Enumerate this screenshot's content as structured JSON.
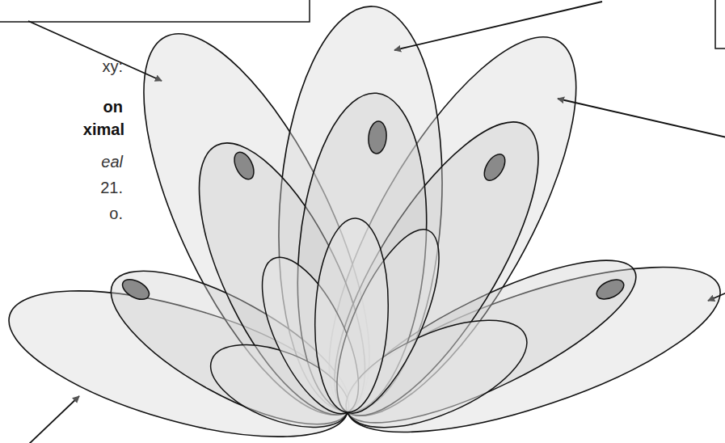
{
  "diagram": {
    "labels": [
      "xy:",
      "on",
      "ximal",
      "eal",
      "21.",
      "o."
    ]
  }
}
